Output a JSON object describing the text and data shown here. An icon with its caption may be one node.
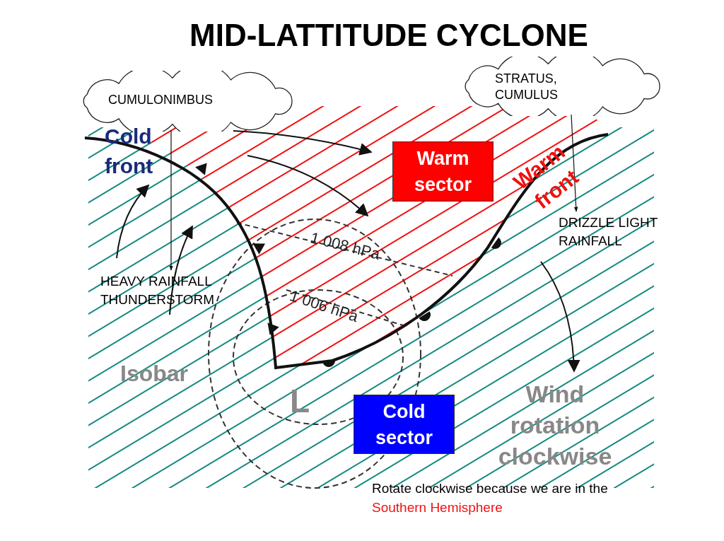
{
  "diagram": {
    "title": "MID-LATTITUDE CYCLONE",
    "nodes": [
      {
        "text": [
          "CUMULONIMBUS"
        ]
      },
      {
        "text": [
          "HEAVY RAINFALL THUNDERSTORM"
        ]
      },
      {
        "text": [
          "STRATUS, CUMULUS"
        ]
      },
      {
        "text": [
          "DRIZZLE LIGHT RAINFALL"
        ]
      },
      {
        "text": [
          "Warm sector"
        ]
      },
      {
        "text": [
          "Cold sector"
        ]
      }
    ],
    "edges": [
      {
        "from": 0,
        "to": 1,
        "arrow": "to"
      },
      {
        "from": 2,
        "to": 3,
        "arrow": "to"
      }
    ],
    "labels": [
      "Cold front",
      "Warm front",
      "1 008 hPa",
      "1 006 hPa",
      "Isobar",
      "L",
      "Wind rotation clockwise",
      "Rotate clockwise because we are in the",
      "Southern Hemisphere"
    ]
  }
}
